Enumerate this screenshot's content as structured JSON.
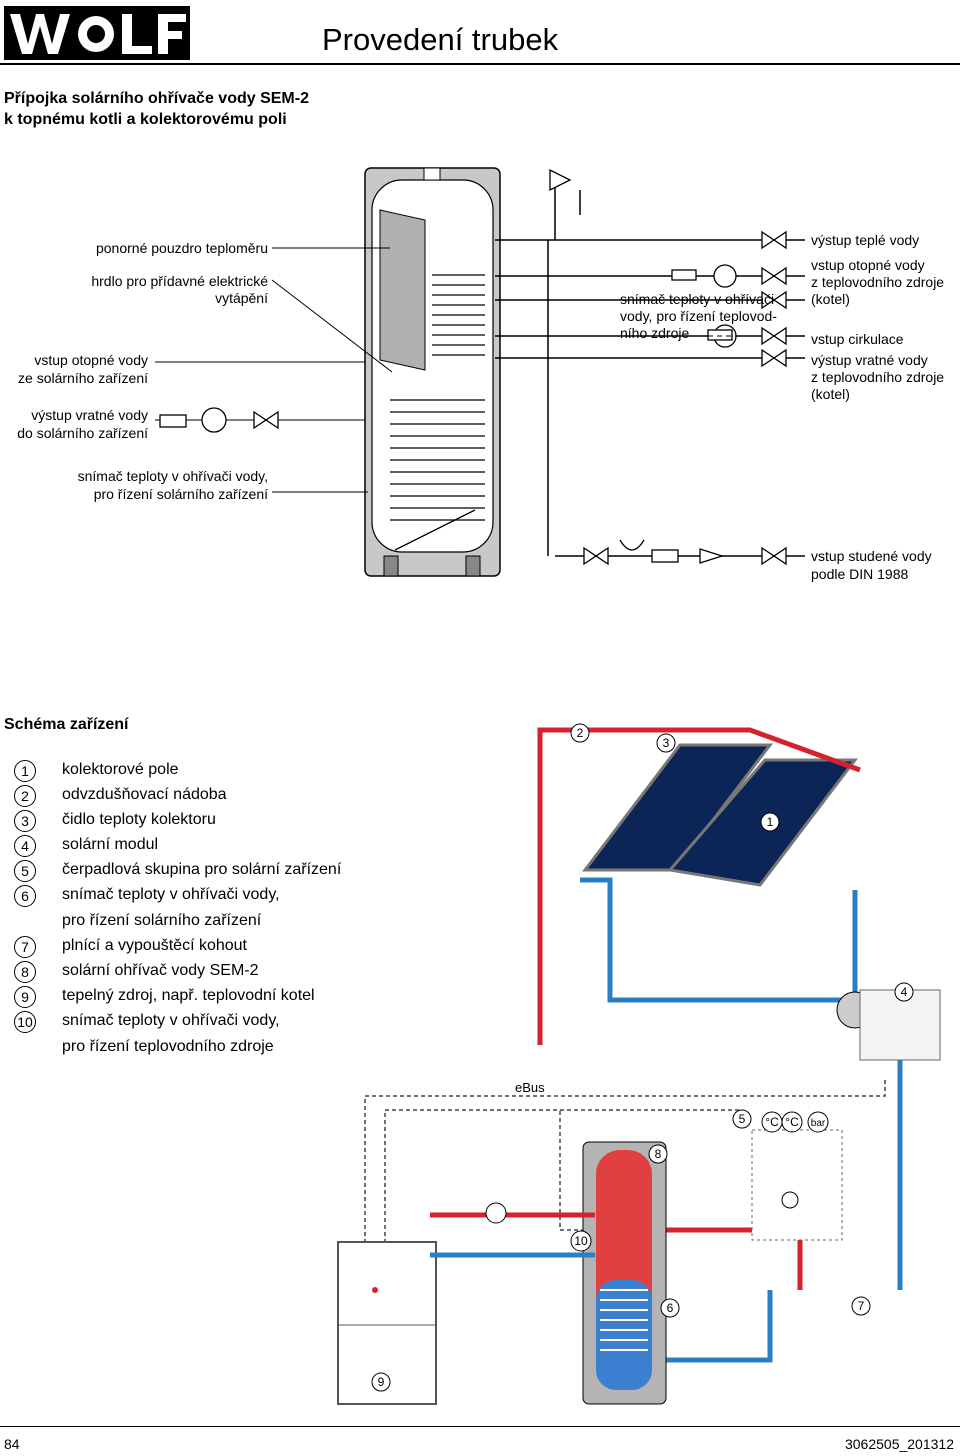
{
  "header": {
    "logo_text": "WOLF",
    "title": "Provedení trubek"
  },
  "subtitle": {
    "line1": "Přípojka solárního ohřívače vody SEM-2",
    "line2": "k topnému kotli a kolektorovému poli"
  },
  "diagram_labels": {
    "left": {
      "sensor_pocket": "ponorné pouzdro teploměru",
      "heater_socket_1": "hrdlo pro přídavné elektrické",
      "heater_socket_2": "vytápění",
      "solar_flow_1": "vstup otopné vody",
      "solar_flow_2": "ze solárního zařízení",
      "solar_return_1": "výstup vratné vody",
      "solar_return_2": "do solárního zařízení",
      "solar_sensor_1": "snímač teploty v ohřívači vody,",
      "solar_sensor_2": "pro řízení solárního zařízení"
    },
    "center": {
      "boiler_sensor_1": "snímač teploty v ohřívači",
      "boiler_sensor_2": "vody, pro řízení teplovod-",
      "boiler_sensor_3": "ního zdroje"
    },
    "right": {
      "hot_water_out": "výstup teplé vody",
      "boiler_flow_1": "vstup otopné vody",
      "boiler_flow_2": "z teplovodního zdroje",
      "boiler_flow_3": "(kotel)",
      "circulation": "vstup cirkulace",
      "boiler_return_1": "výstup vratné vody",
      "boiler_return_2": "z teplovodního zdroje",
      "boiler_return_3": "(kotel)",
      "cold_water_1": "vstup studené vody",
      "cold_water_2": "podle DIN 1988"
    }
  },
  "schema": {
    "title": "Schéma zařízení",
    "items": [
      {
        "num": "1",
        "text": "kolektorové pole"
      },
      {
        "num": "2",
        "text": "odvzdušňovací nádoba"
      },
      {
        "num": "3",
        "text": "čidlo teploty kolektoru"
      },
      {
        "num": "4",
        "text": "solární modul"
      },
      {
        "num": "5",
        "text": "čerpadlová skupina pro solární zařízení"
      },
      {
        "num": "6",
        "text": "snímač teploty v ohřívači vody,"
      },
      {
        "num": "",
        "text": "pro řízení solárního zařízení"
      },
      {
        "num": "7",
        "text": "plnící a vypouštěcí kohout"
      },
      {
        "num": "8",
        "text": "solární ohřívač vody SEM-2"
      },
      {
        "num": "9",
        "text": "tepelný zdroj, např. teplovodní kotel"
      },
      {
        "num": "10",
        "text": "snímač teploty v ohřívači vody,"
      },
      {
        "num": "",
        "text": "pro řízení teplovodního zdroje"
      }
    ]
  },
  "system_labels": {
    "ebus": "eBus",
    "n1": "1",
    "n2": "2",
    "n3": "3",
    "n4": "4",
    "n5": "5",
    "n6": "6",
    "n7": "7",
    "n8": "8",
    "n9": "9",
    "n10": "10",
    "deg_c": "°C",
    "bar": "bar"
  },
  "footer": {
    "page_number": "84",
    "doc_number": "3062505_201312"
  },
  "colors": {
    "hot_pipe": "#d6222e",
    "cold_pipe": "#2a7fc4",
    "collector": "#0b2556",
    "tank_gray": "#b4b4b4"
  }
}
